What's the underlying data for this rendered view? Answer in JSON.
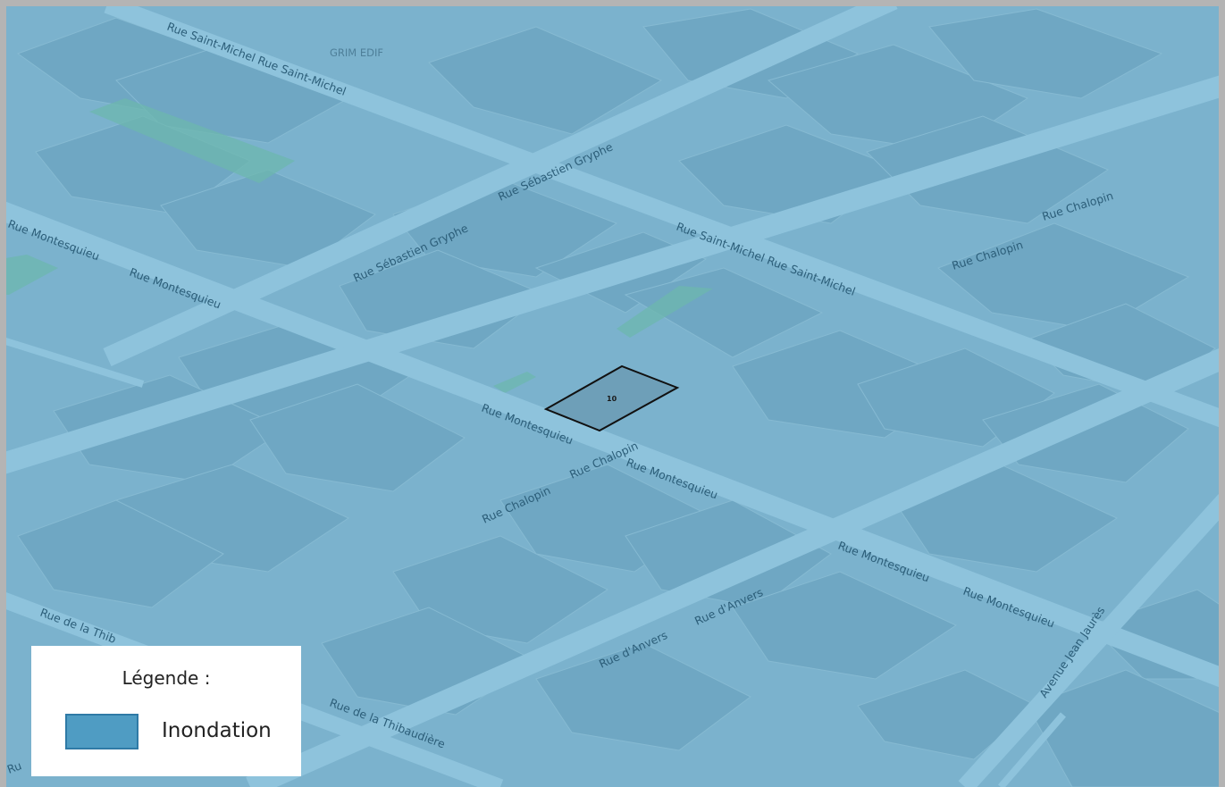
{
  "map": {
    "place_labels": [
      "GRIM EDIF"
    ],
    "streets": [
      "Rue Saint-Michel Rue Saint-Michel",
      "Rue Sébastien Gryphe",
      "Rue Sébastien Gryphe",
      "Rue Saint-Michel Rue Saint-Michel",
      "Rue Chalopin",
      "Rue Chalopin",
      "Rue Montesquieu",
      "Rue Montesquieu",
      "Rue Montesquieu",
      "Rue Chalopin",
      "Rue Chalopin",
      "Rue Montesquieu",
      "Rue Montesquieu",
      "Rue Montesquieu",
      "Rue d'Anvers",
      "Rue d'Anvers",
      "Avenue Jean Jaurès",
      "Rue de la Thib",
      "Rue de la Thibaudière",
      "Ru"
    ],
    "parcel": {
      "number": "10"
    },
    "colors": {
      "flood_zone": "#7bb2cd",
      "roads": "#8ec3dc",
      "buildings": "#6fa7c3",
      "green_areas": "#6cb7ad",
      "parcel_fill": "#6e9fb8",
      "parcel_outline": "#111111"
    }
  },
  "legend": {
    "title": "Légende :",
    "items": [
      {
        "label": "Inondation",
        "color": "#4f9cc3",
        "border": "#2f7aa6"
      }
    ]
  }
}
